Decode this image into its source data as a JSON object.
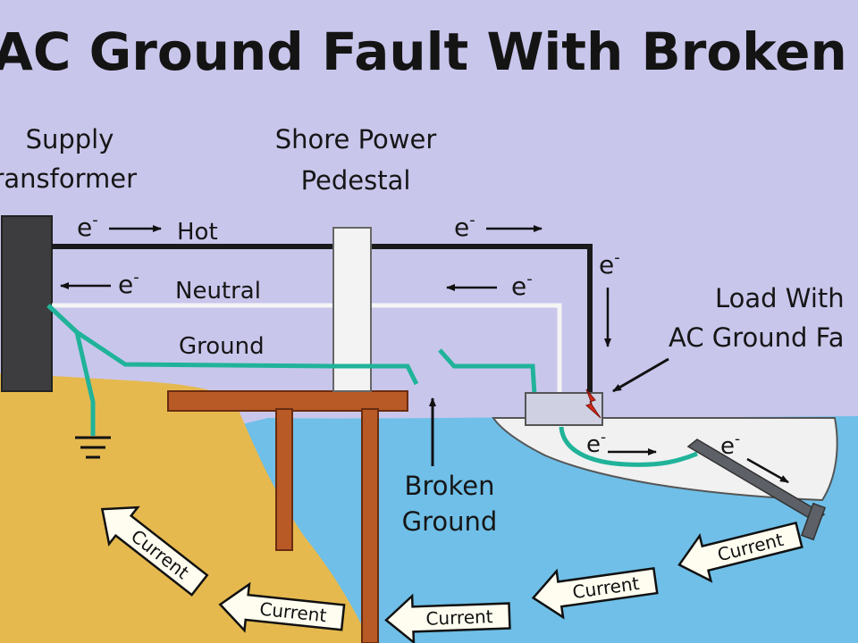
{
  "title": "AC Ground Fault With Broken Grou",
  "labels": {
    "supply_line1": "Supply",
    "supply_line2": "Transformer",
    "pedestal_line1": "Shore Power",
    "pedestal_line2": "Pedestal",
    "load_line1": "Load With",
    "load_line2": "AC Ground Fa",
    "broken_line1": "Broken",
    "broken_line2": "Ground"
  },
  "wires": {
    "hot": "Hot",
    "neutral": "Neutral",
    "ground": "Ground"
  },
  "electron": "e",
  "electron_sup": "-",
  "current_label": "Current",
  "colors": {
    "background": "#c9c6ec",
    "water": "#6fbfe8",
    "sand": "#e6b94f",
    "dock": "#b85a26",
    "hot_wire": "#1a1a1a",
    "neutral_wire": "#f4f4f4",
    "ground_wire": "#20b39a",
    "fault_spark": "#d42a1a"
  }
}
